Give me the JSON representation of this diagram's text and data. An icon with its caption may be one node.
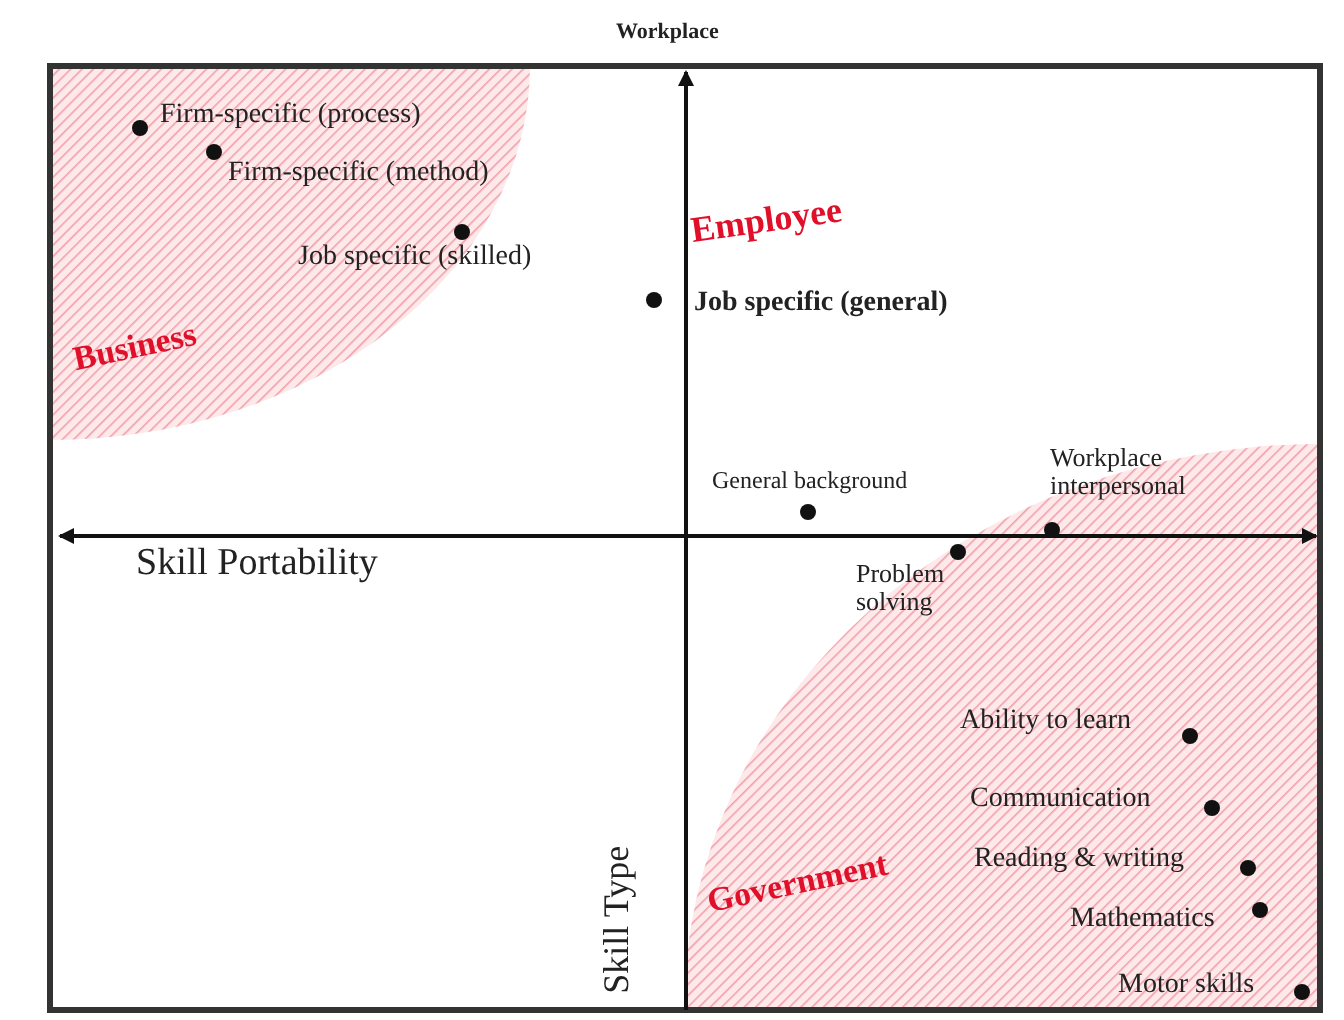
{
  "diagram": {
    "nodes": [
      {
        "text": [
          "Business"
        ]
      },
      {
        "text": [
          "Government"
        ]
      }
    ],
    "labels": [
      "Workplace",
      "Firm-specific (process)",
      "Firm-specific (method)",
      "Job specific (skilled)",
      "Employee",
      "Job specific (general)",
      "General background",
      "Workplace interpersonal",
      "Skill Portability",
      "Problem solving",
      "Ability to learn",
      "Communication",
      "Reading & writing",
      "Mathematics",
      "Skill Type",
      "Motor skills"
    ]
  }
}
